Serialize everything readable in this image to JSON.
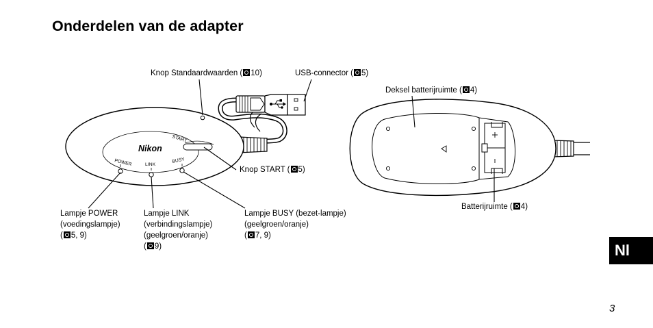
{
  "page": {
    "title": "Onderdelen van de adapter",
    "language_tab": "Nl",
    "page_number": "3"
  },
  "device": {
    "brand": "Nikon",
    "button_start": "START",
    "led_power": "POWER",
    "led_link": "LINK",
    "led_busy": "BUSY"
  },
  "labels": {
    "reset_button": {
      "text": "Knop Standaardwaarden (",
      "page": "10",
      "close": ")"
    },
    "usb_connector": {
      "text": "USB-connector (",
      "page": "5",
      "close": ")"
    },
    "start_button": {
      "text": "Knop START (",
      "page": "5",
      "close": ")"
    },
    "battery_cover": {
      "text": "Deksel batterijruimte (",
      "page": "4",
      "close": ")"
    },
    "battery_compartment": {
      "text": "Batterijruimte (",
      "page": "4",
      "close": ")"
    },
    "power_lamp": {
      "line1": "Lampje POWER",
      "line2": "(voedingslampje)",
      "line3_open": "(",
      "line3_pages": "5, 9)"
    },
    "link_lamp": {
      "line1": "Lampje LINK",
      "line2": "(verbindingslampje)",
      "line3": "(geelgroen/oranje)",
      "line4_open": "(",
      "line4_pages": "9)"
    },
    "busy_lamp": {
      "line1": "Lampje BUSY (bezet-lampje)",
      "line2": "(geelgroen/oranje)",
      "line3_open": "(",
      "line3_pages": "7, 9)"
    }
  }
}
